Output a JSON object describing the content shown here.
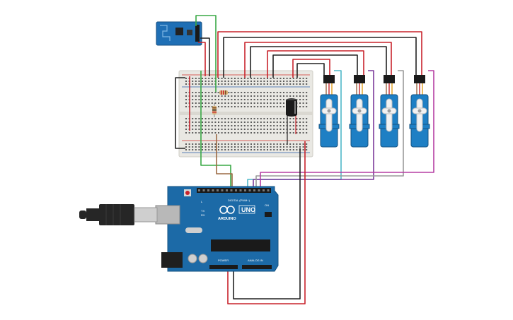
{
  "board": {
    "brand_text": "ARDUINO",
    "model_text": "UNO",
    "digital_header_text": "DIGITAL (PWM~)",
    "power_header_text": "POWER",
    "analog_header_text": "ANALOG IN",
    "tx_label": "TX",
    "rx_label": "RX",
    "l_label": "L",
    "on_label": "ON"
  },
  "colors": {
    "background": "#ffffff",
    "arduino_board": "#1c6aa7",
    "breadboard": "#e9e8e3",
    "rail_red": "#d0302b",
    "rail_blue": "#2d5fa8",
    "wire_red": "#c8232c",
    "wire_black": "#222222",
    "wire_green": "#39a845",
    "wire_brown": "#9c6a44",
    "wire_purple": "#7d3a9b",
    "wire_cyan": "#4fb8c9",
    "wire_magenta": "#b53fa3",
    "wire_gray": "#9a9a9a",
    "servo_body": "#1e7fc4",
    "esp_module": "#1f6fb5",
    "capacitor": "#1a1a1a",
    "usb_plug": "#262626"
  },
  "components": {
    "wifi_module": "esp8266-icon",
    "servo_count": 4,
    "resistor_count": 2,
    "capacitor_count": 1
  }
}
